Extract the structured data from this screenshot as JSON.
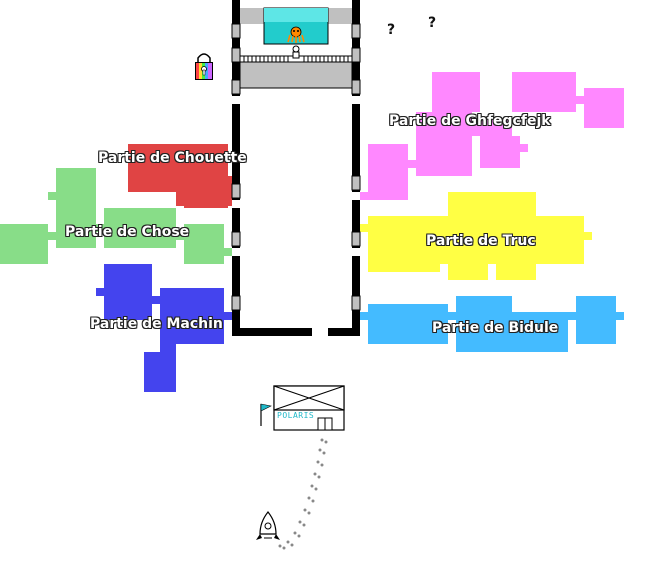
{
  "map": {
    "zones": [
      {
        "id": "chouette",
        "label": "Partie de Chouette",
        "color": "#e04444"
      },
      {
        "id": "chose",
        "label": "Partie de Chose",
        "color": "#88dd88"
      },
      {
        "id": "machin",
        "label": "Partie de Machin",
        "color": "#4444ee"
      },
      {
        "id": "ghfegcfejk",
        "label": "Partie de Ghfegcfejk",
        "color": "#ff88ff"
      },
      {
        "id": "truc",
        "label": "Partie de Truc",
        "color": "#ffff44"
      },
      {
        "id": "bidule",
        "label": "Partie de Bidule",
        "color": "#44bbff"
      }
    ],
    "building_label": "POLARIS",
    "unknown_markers": [
      "?",
      "?"
    ],
    "colors": {
      "wall": "#000000",
      "corridor_floor": "#ffffff",
      "pool": "#22cccc",
      "platform": "#c0c0c0",
      "footprints": "#888888"
    },
    "icons": [
      "rainbow-lock-icon",
      "octopus-character-icon",
      "flag-icon",
      "rocket-ship-icon",
      "warehouse-icon"
    ]
  }
}
